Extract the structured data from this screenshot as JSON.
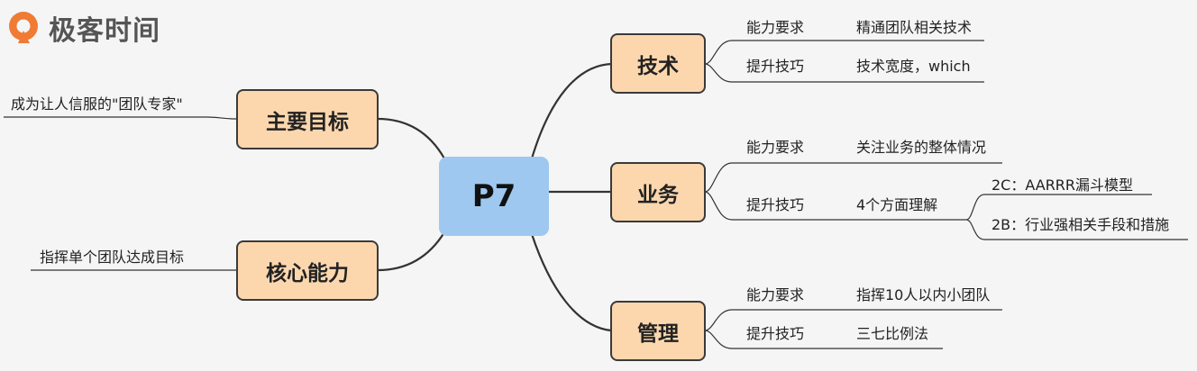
{
  "logo": {
    "text": "极客时间",
    "icon": "geektime-logo-icon"
  },
  "center": {
    "label": "P7"
  },
  "left": {
    "goal": {
      "label": "主要目标",
      "note": "成为让人信服的\"团队专家\""
    },
    "ability": {
      "label": "核心能力",
      "note": "指挥单个团队达成目标"
    }
  },
  "right": {
    "tech": {
      "label": "技术",
      "req_label": "能力要求",
      "req_value": "精通团队相关技术",
      "imp_label": "提升技巧",
      "imp_value": "技术宽度，which"
    },
    "biz": {
      "label": "业务",
      "req_label": "能力要求",
      "req_value": "关注业务的整体情况",
      "imp_label": "提升技巧",
      "imp_value": "4个方面理解",
      "sub": [
        "2C：AARRR漏斗模型",
        "2B：行业强相关手段和措施"
      ]
    },
    "mgmt": {
      "label": "管理",
      "req_label": "能力要求",
      "req_value": "指挥10人以内小团队",
      "imp_label": "提升技巧",
      "imp_value": "三七比例法"
    }
  },
  "colors": {
    "background": "#f5f5f5",
    "center": "#9ec8ef",
    "topic": "#fcd7ae",
    "line": "#333333",
    "logo": "#f07b35"
  }
}
